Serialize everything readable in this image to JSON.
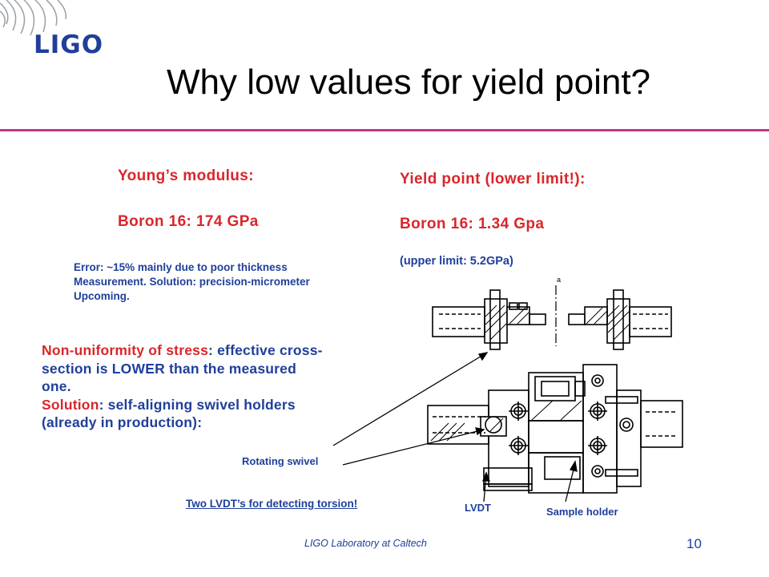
{
  "header": {
    "logo_text": "LIGO",
    "title": "Why low values for yield point?"
  },
  "left": {
    "youngs_label": "Young’s modulus:",
    "boron_value": "Boron 16: 174 GPa",
    "error_note": [
      "Error: ~15% mainly due to poor thickness",
      "Measurement. Solution: precision-micrometer",
      "Upcoming."
    ],
    "nonuniform": {
      "red_start": "Non-uniformity of stress",
      "blue_rest": ": effective cross-",
      "line2": "section is LOWER than the measured",
      "line3": "one.",
      "solution_label": "Solution",
      "solution_rest": ": self-aligning swivel holders",
      "line5": "(already in production):"
    }
  },
  "right": {
    "yield_label": "Yield point (lower limit!):",
    "boron_value": "Boron 16: 1.34 Gpa",
    "upper_limit": "(upper limit: 5.2GPa)"
  },
  "diagram": {
    "rotating_swivel_label": "Rotating swivel",
    "two_lvdt_label": "Two LVDT’s for detecting torsion!",
    "lvdt_label": "LVDT",
    "sample_holder_label": "Sample holder",
    "section_mark": "a"
  },
  "footer": {
    "caption": "LIGO Laboratory at Caltech",
    "page_number": "10"
  },
  "colors": {
    "accent_red": "#d9262b",
    "accent_blue": "#1f3f9a",
    "rule_magenta": "#c2368f"
  }
}
